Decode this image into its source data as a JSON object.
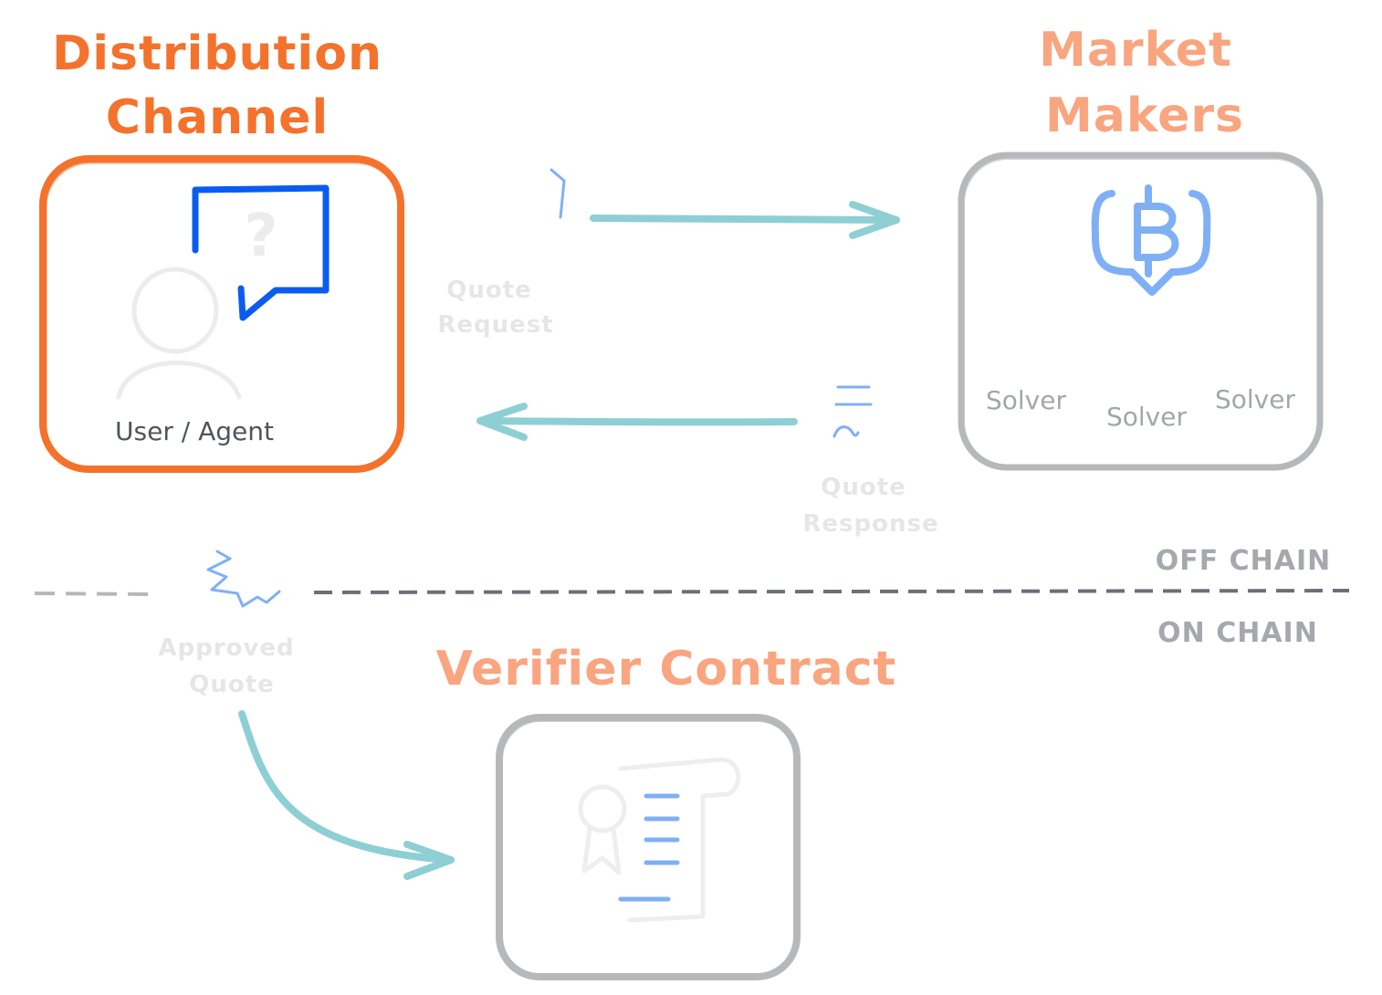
{
  "nodes": {
    "distribution": {
      "title_line1": "Distribution",
      "title_line2": "Channel",
      "user_label": "User / Agent",
      "border_color": "#f4722b"
    },
    "market_makers": {
      "title_line1": "Market",
      "title_line2": "Makers",
      "solvers": [
        "Solver",
        "Solver",
        "Solver"
      ],
      "border_color": "#b6b8bb",
      "icon": "bitcoin-chat-icon"
    },
    "verifier": {
      "title": "Verifier Contract",
      "border_color": "#b6b8bb",
      "icon": "scroll-contract-icon"
    }
  },
  "edges": {
    "quote_request": {
      "line1": "Quote",
      "line2": "Request",
      "color": "#8ecfd4"
    },
    "quote_response": {
      "line1": "Quote",
      "line2": "Response",
      "color": "#8ecfd4"
    },
    "approved_quote": {
      "line1": "Approved",
      "line2": "Quote",
      "color": "#8ecfd4"
    }
  },
  "boundary": {
    "off_chain": "OFF CHAIN",
    "on_chain": "ON CHAIN"
  },
  "colors": {
    "accent_blue": "#0a5cf0",
    "light_blue": "#7fb0f5",
    "arrow_teal": "#8ecfd4",
    "faint_grey": "#e6e6e6"
  }
}
